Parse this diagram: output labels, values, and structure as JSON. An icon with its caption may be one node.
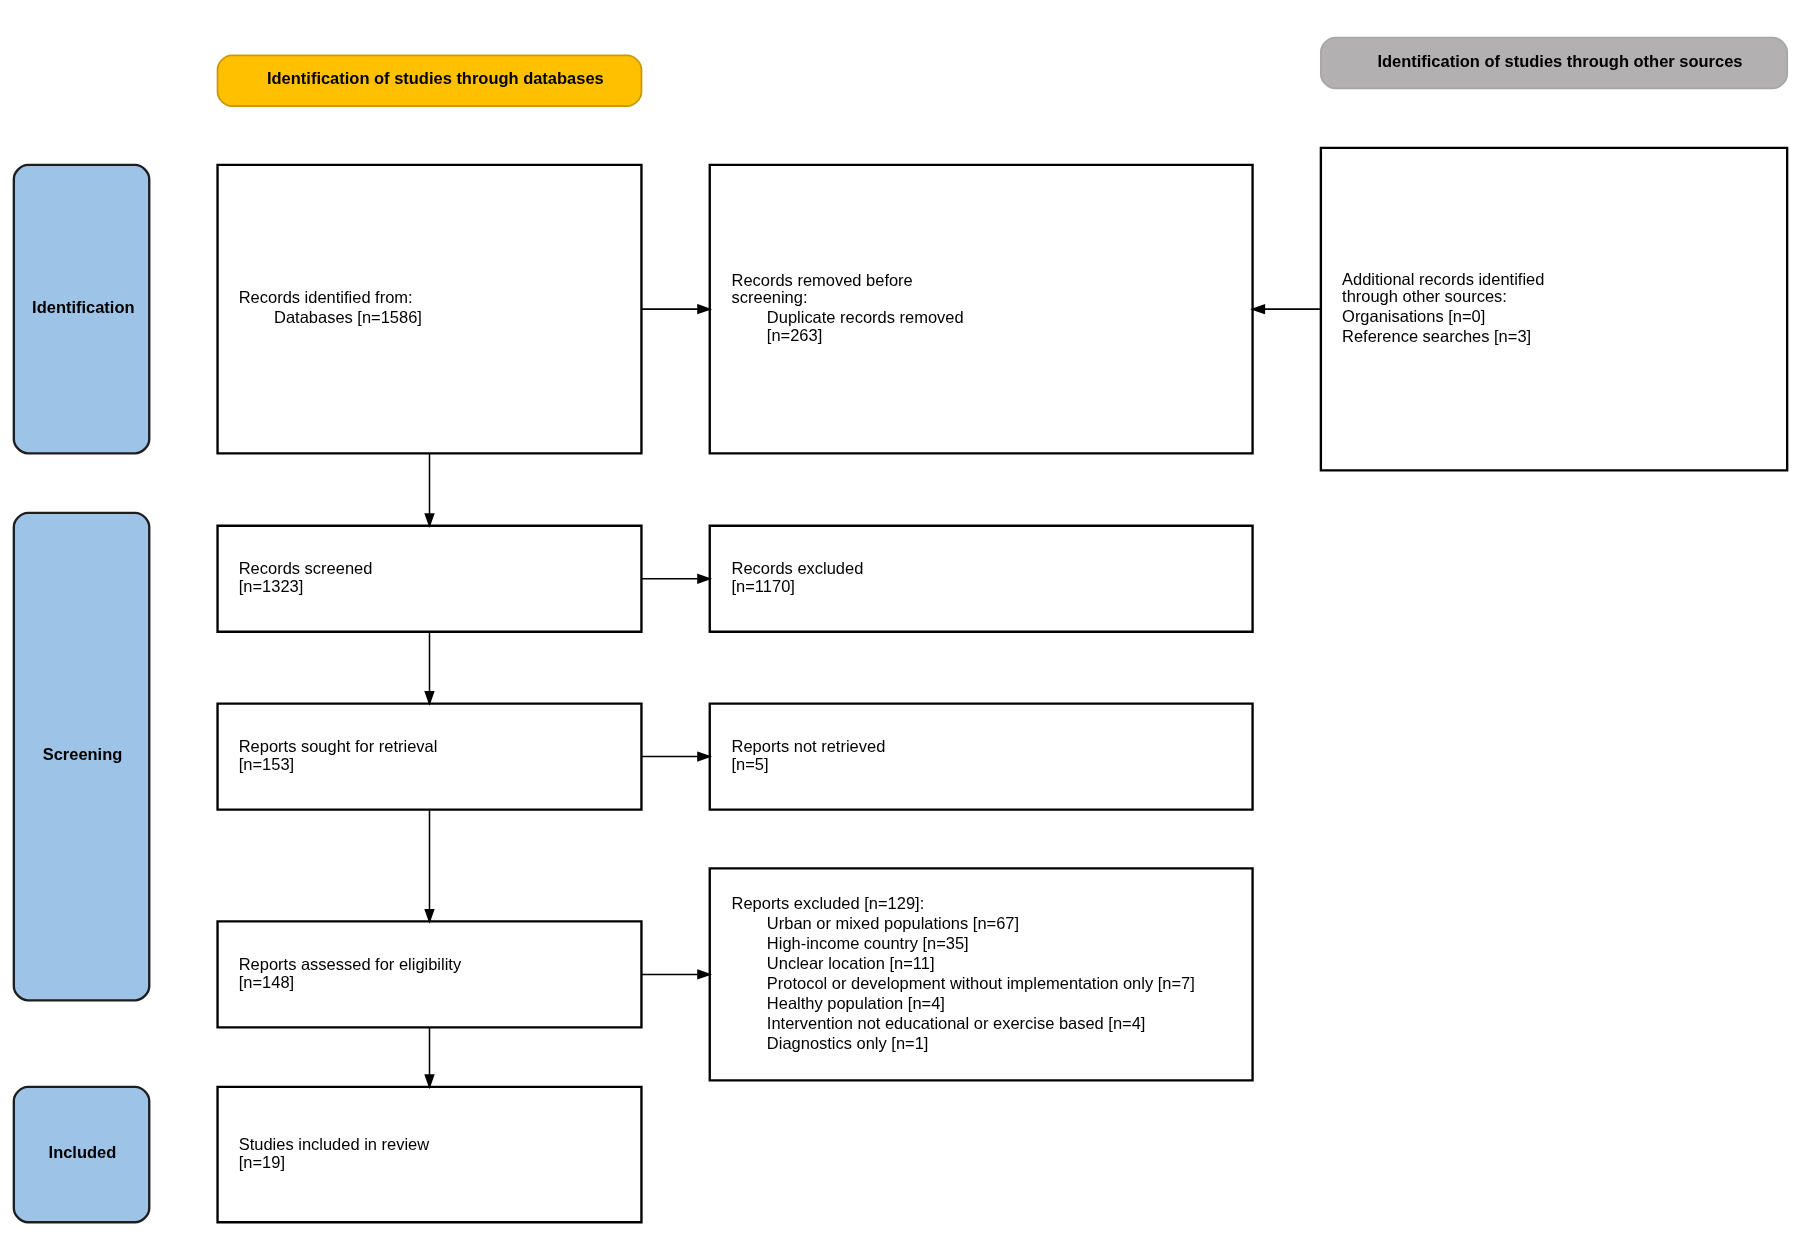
{
  "diagram": {
    "nodes": [
      {
        "text": [
          "Identification of studies through databases"
        ]
      },
      {
        "text": [
          "Identification of studies through other sources"
        ]
      },
      {
        "text": [
          "Identification"
        ]
      },
      {
        "text": [
          "Records identified from:",
          "Databases [n=1586]"
        ]
      },
      {
        "text": [
          "Records removed before screening:",
          "Duplicate records removed [n=263]"
        ]
      },
      {
        "text": [
          "Additional records identified through other sources:",
          "Organisations [n=0]",
          "Reference searches [n=3]"
        ]
      },
      {
        "text": [
          "Screening"
        ]
      },
      {
        "text": [
          "Records screened [n=1323]"
        ]
      },
      {
        "text": [
          "Records excluded [n=1170]"
        ]
      },
      {
        "text": [
          "Reports sought for retrieval [n=153]"
        ]
      },
      {
        "text": [
          "Reports not retrieved [n=5]"
        ]
      },
      {
        "text": [
          "Reports assessed for eligibility [n=148]"
        ]
      },
      {
        "text": [
          "Reports excluded [n=129]:",
          "Urban or mixed populations [n=67]",
          "High-income country [n=35]",
          "Unclear location [n=11]",
          "Protocol or development without implementation only [n=7]",
          "Healthy population [n=4]",
          "Intervention not educational or exercise based [n=4]",
          "Diagnostics only [n=1]"
        ]
      },
      {
        "text": [
          "Included"
        ]
      },
      {
        "text": [
          "Studies included in review [n=19]"
        ]
      }
    ],
    "edges": [
      {
        "from": 3,
        "to": 4,
        "arrow": "to"
      },
      {
        "from": 5,
        "to": 4,
        "arrow": "to"
      },
      {
        "from": 3,
        "to": 7,
        "arrow": "to"
      },
      {
        "from": 7,
        "to": 8,
        "arrow": "to"
      },
      {
        "from": 7,
        "to": 9,
        "arrow": "to"
      },
      {
        "from": 9,
        "to": 10,
        "arrow": "to"
      },
      {
        "from": 9,
        "to": 11,
        "arrow": "to"
      },
      {
        "from": 11,
        "to": 12,
        "arrow": "to"
      },
      {
        "from": 11,
        "to": 14,
        "arrow": "to"
      }
    ]
  }
}
